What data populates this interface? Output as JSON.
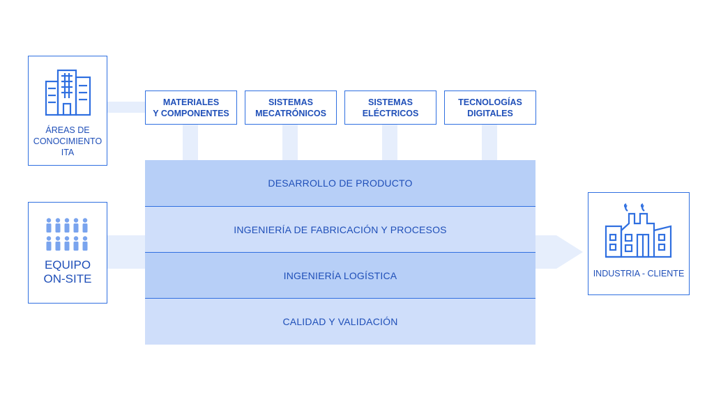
{
  "left_boxes": {
    "areas": {
      "label": "ÁREAS DE\nCONOCIMIENTO\nITA",
      "icon": "buildings-icon"
    },
    "equipo": {
      "label": "EQUIPO\nON-SITE",
      "icon": "people-group-icon"
    }
  },
  "knowledge_areas": [
    {
      "label": "MATERIALES\nY COMPONENTES"
    },
    {
      "label": "SISTEMAS\nMECATRÓNICOS"
    },
    {
      "label": "SISTEMAS\nELÉCTRICOS"
    },
    {
      "label": "TECNOLOGÍAS\nDIGITALES"
    }
  ],
  "layers": [
    {
      "label": "DESARROLLO DE PRODUCTO"
    },
    {
      "label": "INGENIERÍA DE FABRICACIÓN Y PROCESOS"
    },
    {
      "label": "INGENIERÍA LOGÍSTICA"
    },
    {
      "label": "CALIDAD Y VALIDACIÓN"
    }
  ],
  "right_box": {
    "label": "INDUSTRIA - CLIENTE",
    "icon": "factory-icon"
  },
  "colors": {
    "accent": "#2f6fe0",
    "text": "#1f4fb8",
    "layer_dark": "#b7cff7",
    "layer_light": "#cfdefa",
    "connector": "#e6eefc"
  }
}
